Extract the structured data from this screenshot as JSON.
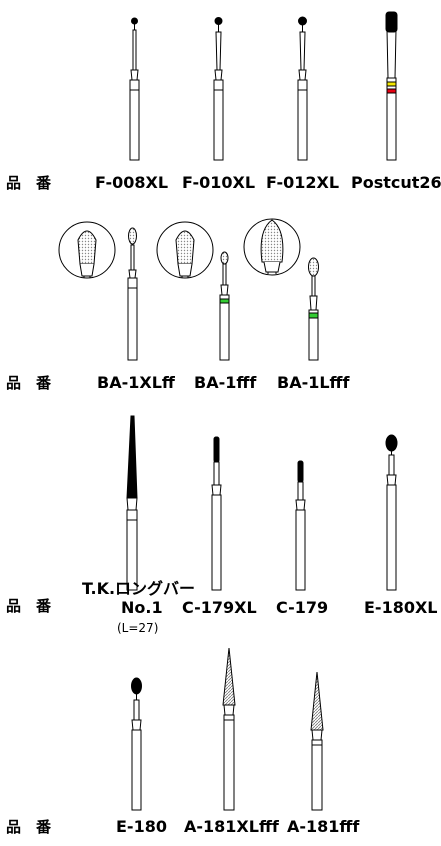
{
  "hinban": "品　番",
  "rows": [
    {
      "labels": [
        "F-008XL",
        "F-010XL",
        "F-012XL",
        "Postcut26"
      ]
    },
    {
      "labels": [
        "BA-1XLff",
        "BA-1fff",
        "BA-1Lfff"
      ]
    },
    {
      "labels_top": [
        "T.K.ロングバー"
      ],
      "labels": [
        "No.1",
        "C-179XL",
        "C-179",
        "E-180XL"
      ],
      "note": "(L=27)"
    },
    {
      "labels": [
        "E-180",
        "A-181XLfff",
        "A-181fff"
      ]
    }
  ],
  "colors": {
    "yellow_band": "#f2e600",
    "red_band": "#e60012",
    "green_band": "#33cc33",
    "grey_fill": "#cccccc"
  }
}
